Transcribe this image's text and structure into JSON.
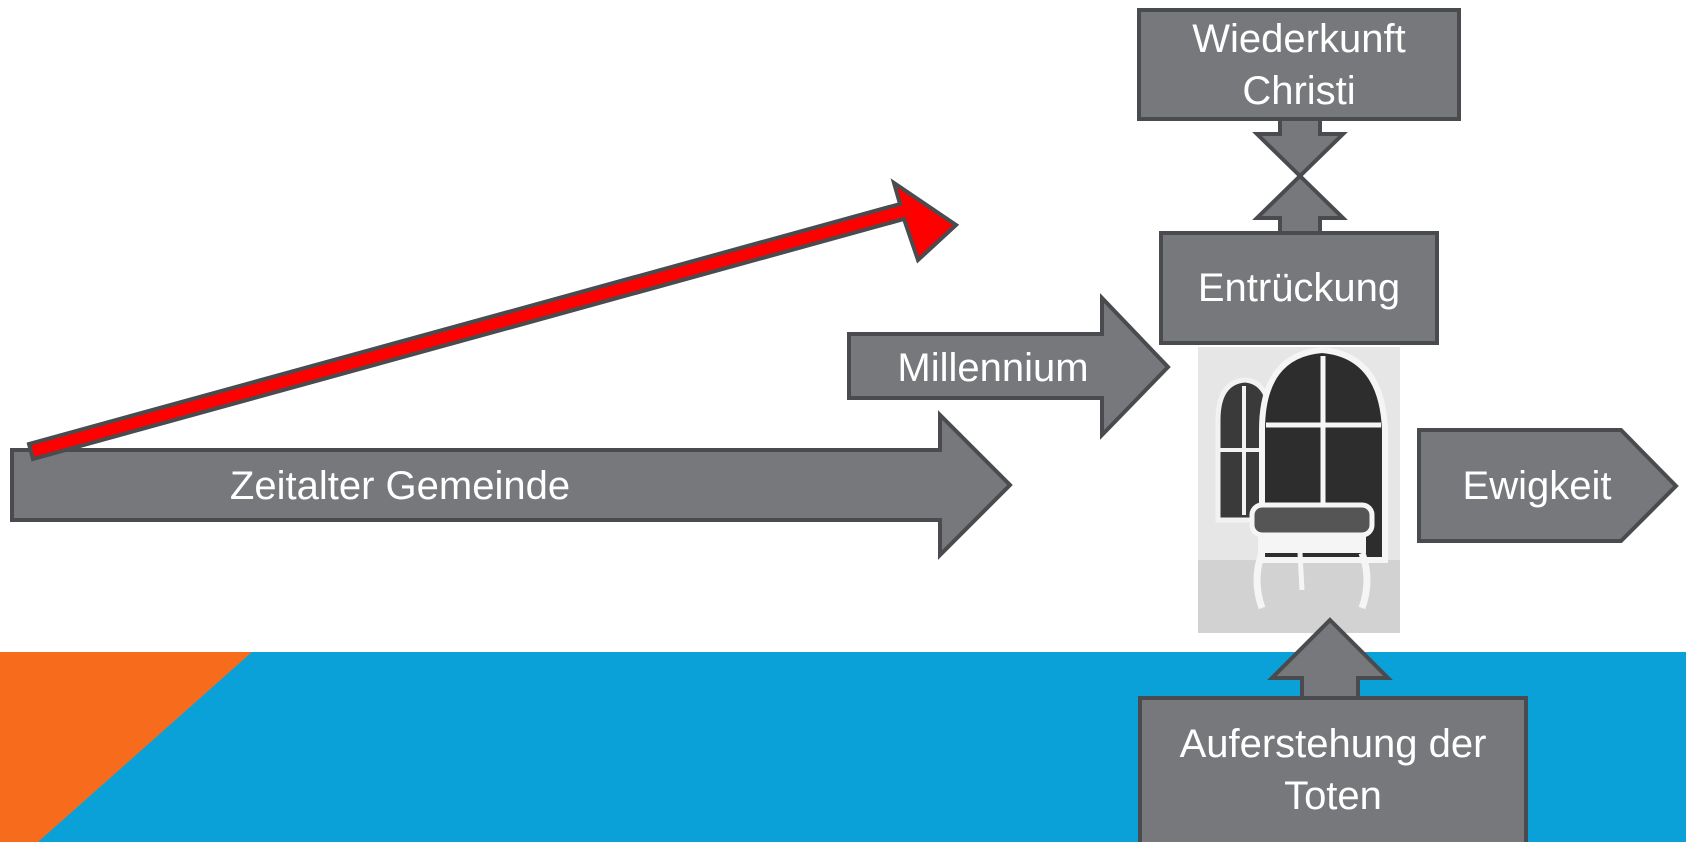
{
  "colors": {
    "background": "#ffffff",
    "band_blue": "#0aa1d9",
    "band_orange": "#f76c1c",
    "box_fill": "#77787b",
    "box_stroke": "#4a4b4e",
    "arrow_red": "#ff0000"
  },
  "labels": {
    "zeitalter": "Zeitalter Gemeinde",
    "millennium": "Millennium",
    "wiederkunft": "Wiederkunft\nChristi",
    "entrueckung": "Entrückung",
    "ewigkeit": "Ewigkeit",
    "auferstehung": "Auferstehung der\nToten"
  },
  "image": {
    "subject": "throne-chair-photo"
  }
}
